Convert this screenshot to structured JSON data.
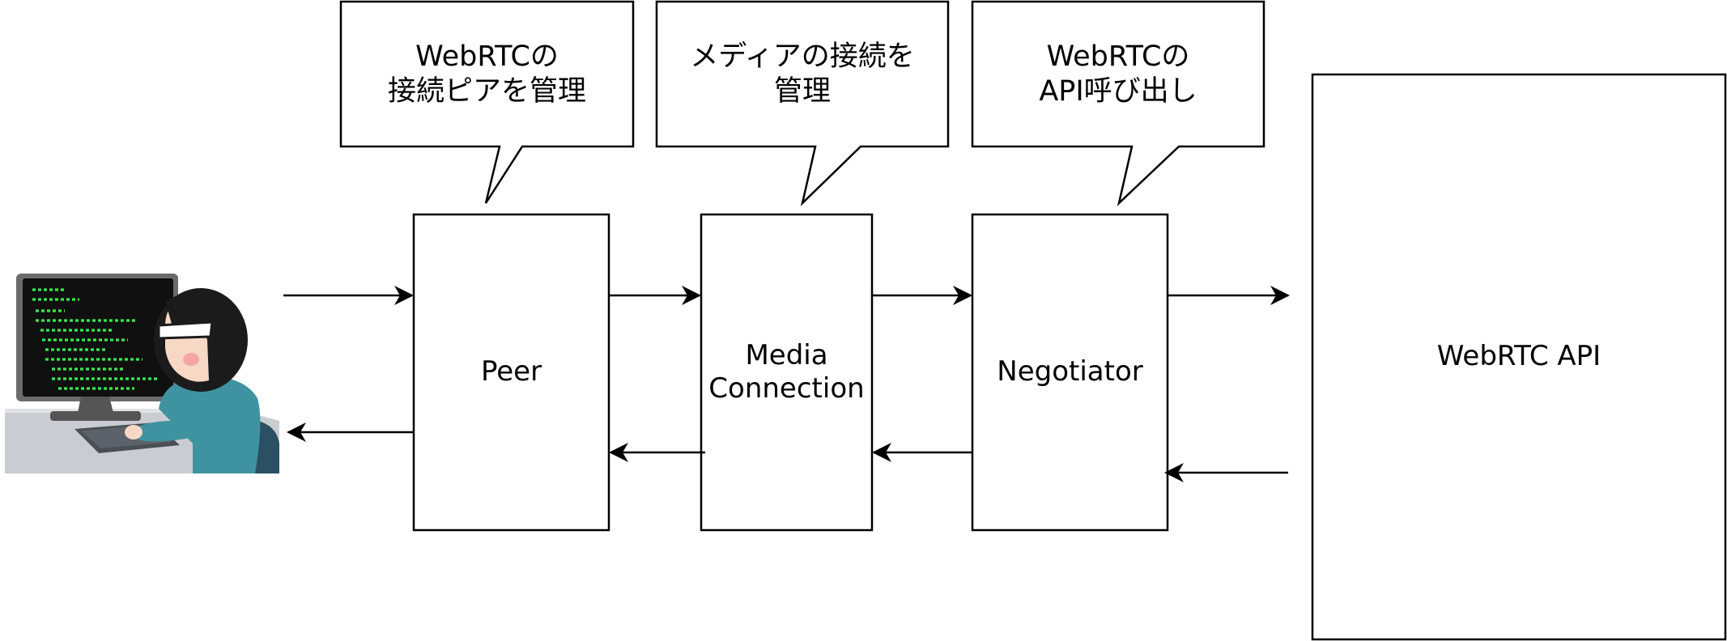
{
  "colors": {
    "line": "#000000",
    "box_fill": "#ffffff",
    "screen_text": "#39e84c",
    "monitor": "#3e3e3e",
    "desk": "#c9cdd2",
    "hair": "#1b1b1b",
    "skin": "#f6d8c5",
    "shirt": "#3f93a0",
    "chair": "#2b4f63"
  },
  "diagram": {
    "blocks": {
      "peer": "Peer",
      "media_connection": [
        "Media",
        "Connection"
      ],
      "negotiator": "Negotiator",
      "webrtc_api": "WebRTC API"
    },
    "callouts": {
      "peer_note": [
        "WebRTCの",
        "接続ピアを管理"
      ],
      "media_note": [
        "メディアの接続を",
        "管理"
      ],
      "negotiator_note": [
        "WebRTCの",
        "API呼び出し"
      ]
    },
    "illustration": "developer-at-computer"
  }
}
